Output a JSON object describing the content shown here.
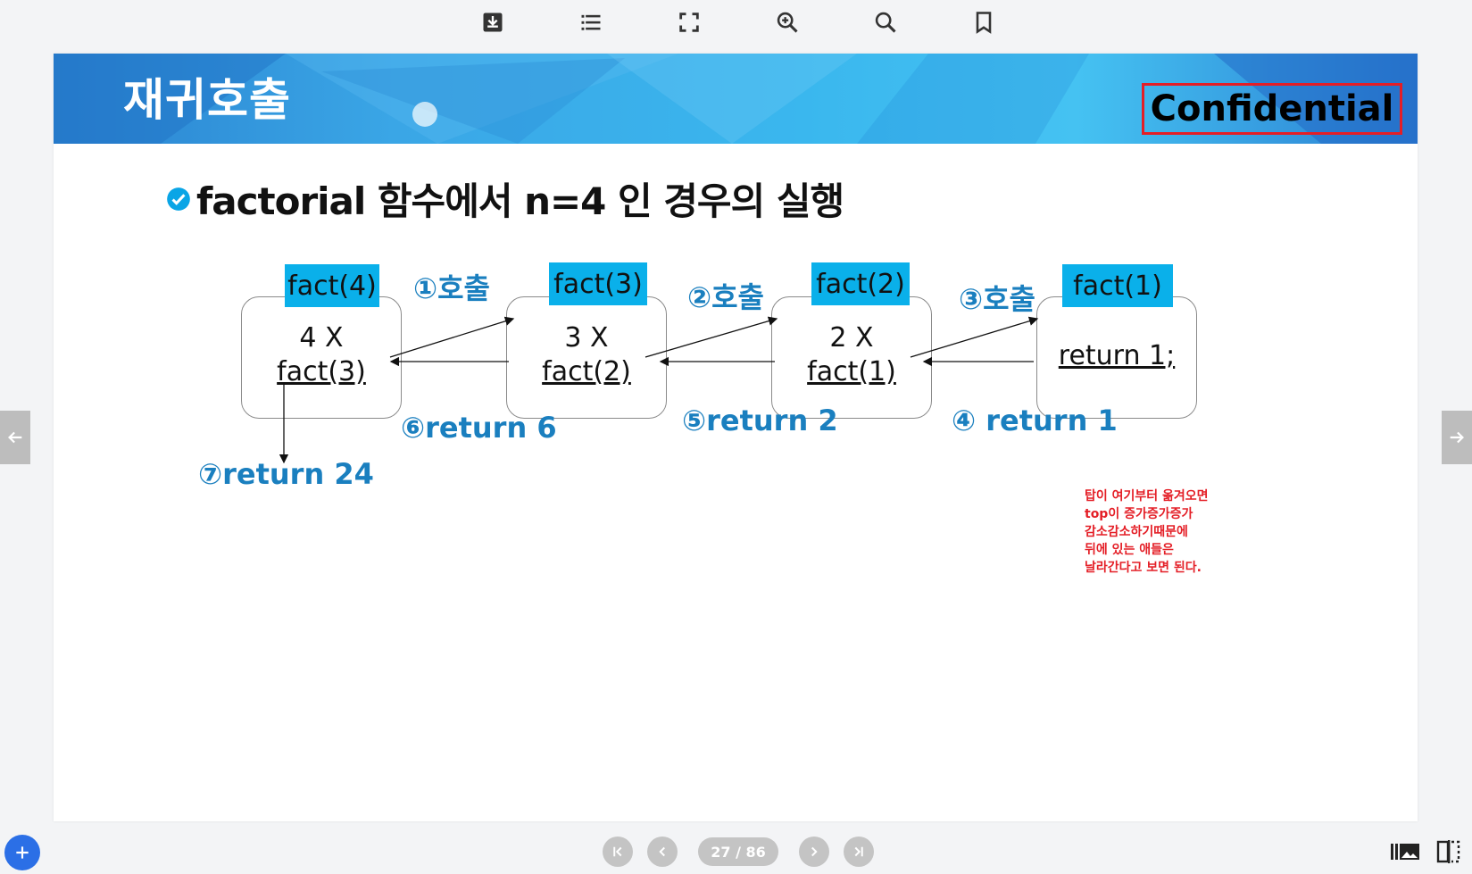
{
  "toolbar": {
    "icons": [
      "download-icon",
      "list-icon",
      "fullscreen-icon",
      "zoom-in-icon",
      "search-icon",
      "bookmark-icon"
    ]
  },
  "slide": {
    "title": "재귀호출",
    "confidential": "Confidential",
    "heading": "factorial 함수에서 n=4 인 경우의 실행",
    "boxes": [
      {
        "label": "fact(4)",
        "line1": "4  X",
        "line2": "fact(3)"
      },
      {
        "label": "fact(3)",
        "line1": "3  X",
        "line2": "fact(2)"
      },
      {
        "label": "fact(2)",
        "line1": "2  X",
        "line2": "fact(1)"
      },
      {
        "label": "fact(1)",
        "line1": "",
        "line2": "return 1;"
      }
    ],
    "calls": [
      "①호출",
      "②호출",
      "③호출"
    ],
    "returns": [
      "⑥return 6",
      "⑤return 2",
      "④ return 1",
      "⑦return 24"
    ],
    "note": [
      "탑이 여기부터 옮겨오면",
      "top이 증가증가증가",
      "감소감소하기때문에",
      "뒤에 있는 애들은",
      "날라간다고 보면 된다."
    ]
  },
  "pager": {
    "page_text": "27 / 86"
  },
  "colors": {
    "accent_blue": "#0ab0ea",
    "label_blue": "#1a7fbf",
    "note_red": "#e41e26",
    "fab_blue": "#2b6fe6"
  }
}
